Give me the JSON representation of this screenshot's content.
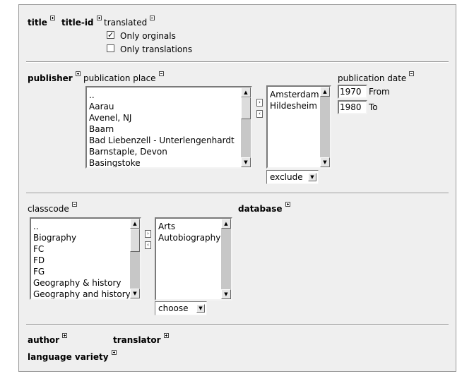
{
  "section_title": {
    "title_label": "title",
    "title_id_label": "title-id",
    "translated_label": "translated",
    "only_originals": {
      "label": "Only orginals",
      "checked": true
    },
    "only_translations": {
      "label": "Only translations",
      "checked": false
    }
  },
  "section_publisher": {
    "publisher_label": "publisher",
    "place_label": "publication place",
    "place_options": [
      "..",
      "Aarau",
      "Avenel, NJ",
      "Baarn",
      "Bad Liebenzell - Unterlengenhardt",
      "Barnstaple, Devon",
      "Basingstoke"
    ],
    "selected_places": [
      "Amsterdam",
      "Hildesheim"
    ],
    "place_mode": "exclude",
    "date_label": "publication date",
    "date_from": {
      "value": "1970",
      "label": "From"
    },
    "date_to": {
      "value": "1980",
      "label": "To"
    }
  },
  "section_classcode": {
    "classcode_label": "classcode",
    "class_options": [
      "..",
      "Biography",
      "FC",
      "FD",
      "FG",
      "Geography & history",
      "Geography and history"
    ],
    "selected_classes": [
      "Arts",
      "Autobiography"
    ],
    "class_mode": "choose",
    "database_label": "database"
  },
  "section_people": {
    "author_label": "author",
    "translator_label": "translator",
    "language_variety_label": "language variety"
  },
  "glyphs": {
    "move_right": "›",
    "move_left": "‹",
    "up": "▲",
    "down": "▼",
    "check": "✓"
  }
}
